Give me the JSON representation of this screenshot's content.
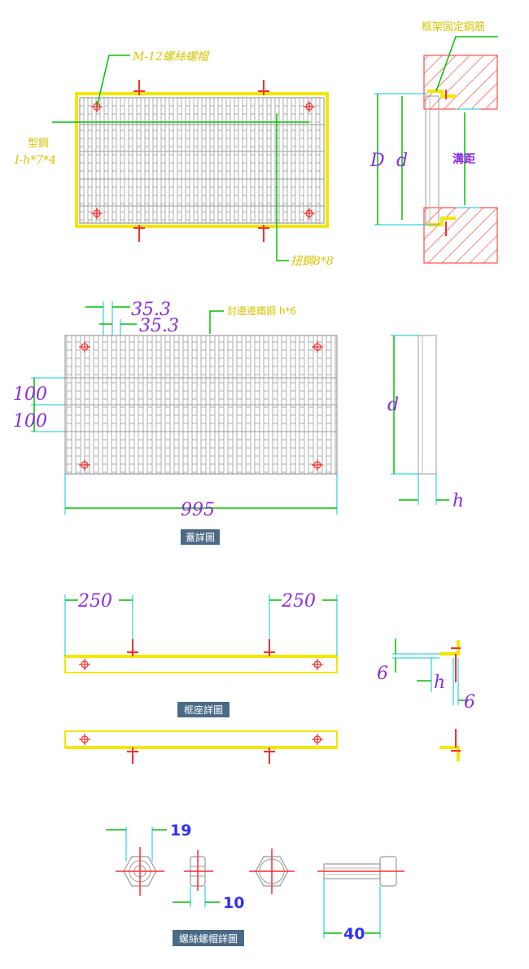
{
  "labels": {
    "bolt_nut": "M-12螺絲螺帽",
    "section_steel_cn": "型鋼",
    "section_steel_spec": "I-h*7*4",
    "twisted_steel": "扭鋼8*8",
    "frame_angle": "框架固定鋼筋",
    "dim_D": "D",
    "dim_d": "d",
    "ditch_width": "溝距",
    "bar_pitch_1": "35.3",
    "bar_pitch_2": "35.3",
    "edge_flat_steel": "封邊邊鐵鋼 h*6",
    "row_100_a": "100",
    "row_100_b": "100",
    "width_995": "995",
    "cover_d": "d",
    "cover_h": "h",
    "cover_title": "蓋詳圖",
    "anchor_250_left": "250",
    "anchor_250_right": "250",
    "angle_6_a": "6",
    "angle_h": "h",
    "angle_6_b": "6",
    "frame_title": "框座詳圖",
    "nut_19": "19",
    "nut_10": "10",
    "bolt_40": "40",
    "bolt_title": "螺絲螺帽詳圖"
  },
  "colors": {
    "frame_yellow": "#f5e600",
    "dim_green": "#00c000",
    "cyan": "#00c8d8",
    "red": "#ff0000",
    "label_purple": "#8a2be2",
    "label_yellow": "#d8c400",
    "label_blue": "#2f2fff",
    "tag_bg": "#4a6a86"
  }
}
